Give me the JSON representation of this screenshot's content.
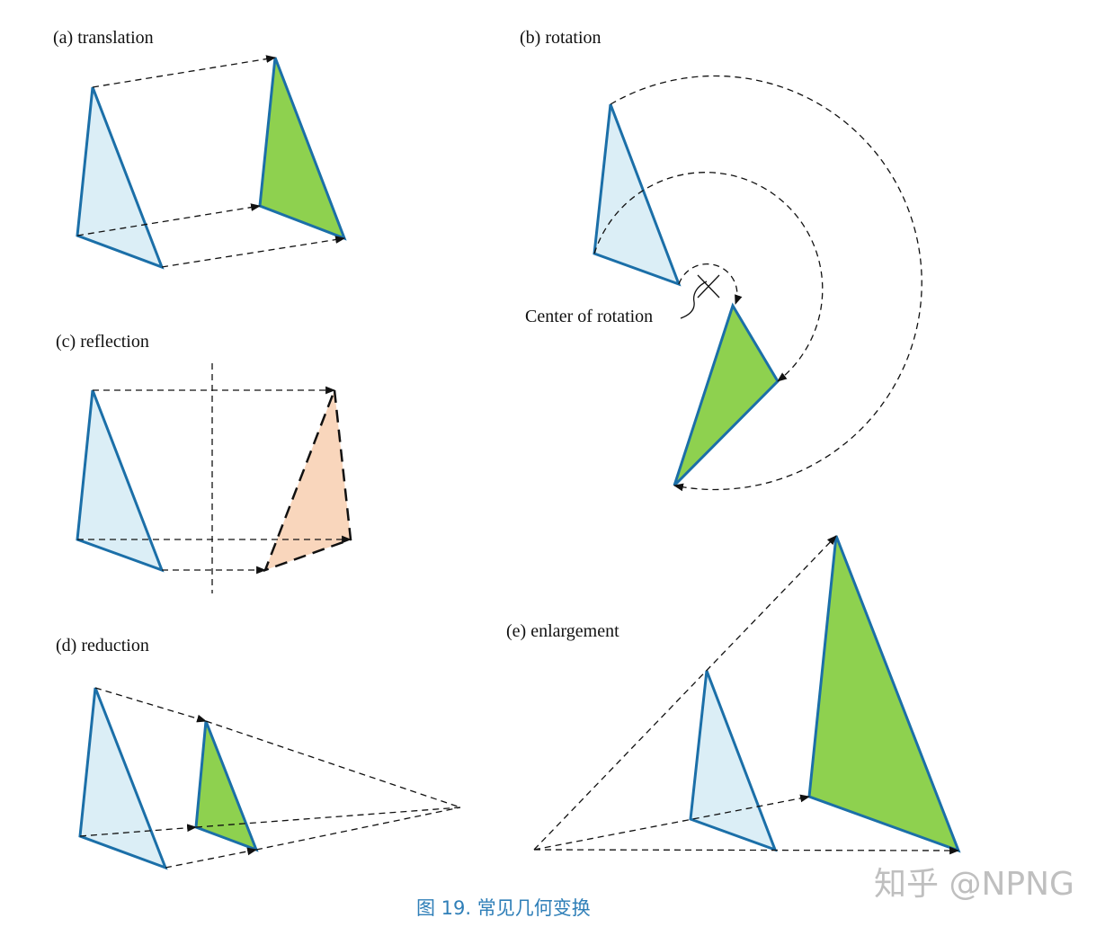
{
  "panels": {
    "translation": {
      "label": "(a) translation"
    },
    "rotation": {
      "label": "(b) rotation",
      "center_label": "Center of rotation"
    },
    "reflection": {
      "label": "(c) reflection"
    },
    "reduction": {
      "label": "(d) reduction"
    },
    "enlargement": {
      "label": "(e) enlargement"
    }
  },
  "caption": "图 19. 常见几何变换",
  "watermark": "知乎 @NPNG",
  "colors": {
    "original_fill": "#dbeef6",
    "triangle_stroke": "#1b6fa8",
    "transformed_fill": "#8ed14f",
    "reflected_fill": "#f9d6bc",
    "caption_color": "#2f7fb8"
  }
}
